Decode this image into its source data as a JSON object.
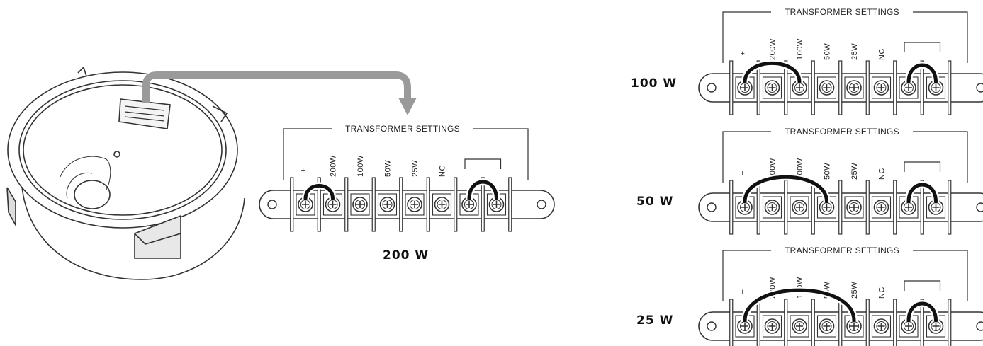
{
  "header_title": "TRANSFORMER SETTINGS",
  "terminal_labels": [
    "+",
    "200W",
    "100W",
    "50W",
    "25W",
    "NC"
  ],
  "boards": [
    {
      "id": "main",
      "caption": "200 W",
      "jumper_to": 1
    },
    {
      "id": "r1",
      "caption": "100 W",
      "jumper_to": 2
    },
    {
      "id": "r2",
      "caption": "50 W",
      "jumper_to": 3
    },
    {
      "id": "r3",
      "caption": "25 W",
      "jumper_to": 4
    }
  ]
}
